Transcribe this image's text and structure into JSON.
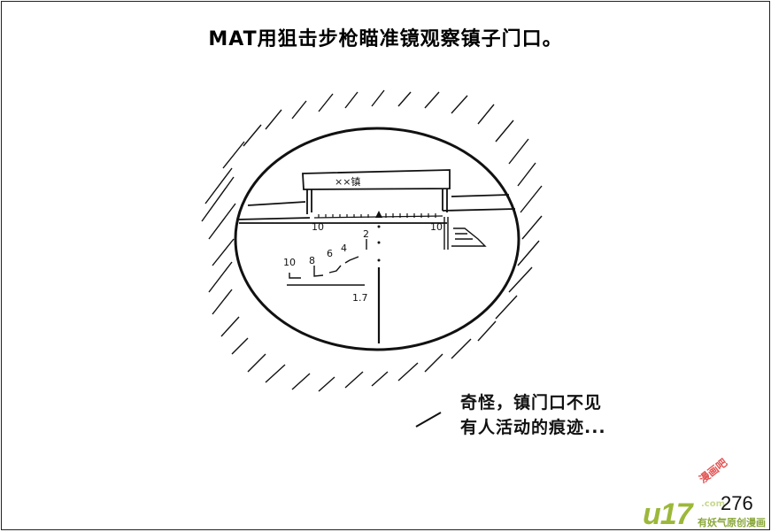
{
  "panel": {
    "caption": "MAT用狙击步枪瞄准镜观察镇子门口。",
    "speech_bubble": {
      "line1": "奇怪，镇门口不见",
      "line2": "有人活动的痕迹..."
    },
    "page_number": "276"
  },
  "scope_view": {
    "sign_text": "××镇",
    "range_left": "10",
    "range_right": "10",
    "stadia_marks": [
      "10",
      "8",
      "6",
      "4",
      "2"
    ],
    "elevation_label": "1.7"
  },
  "watermark": {
    "logo": "u17",
    "logo_domain": ".com",
    "logo_tagline": "有妖气原创漫画",
    "site_stamp": "漫画吧"
  },
  "colors": {
    "ink": "#111111",
    "background": "#ffffff",
    "logo_green": "#9cb83a",
    "stamp_red": "#e04040"
  }
}
